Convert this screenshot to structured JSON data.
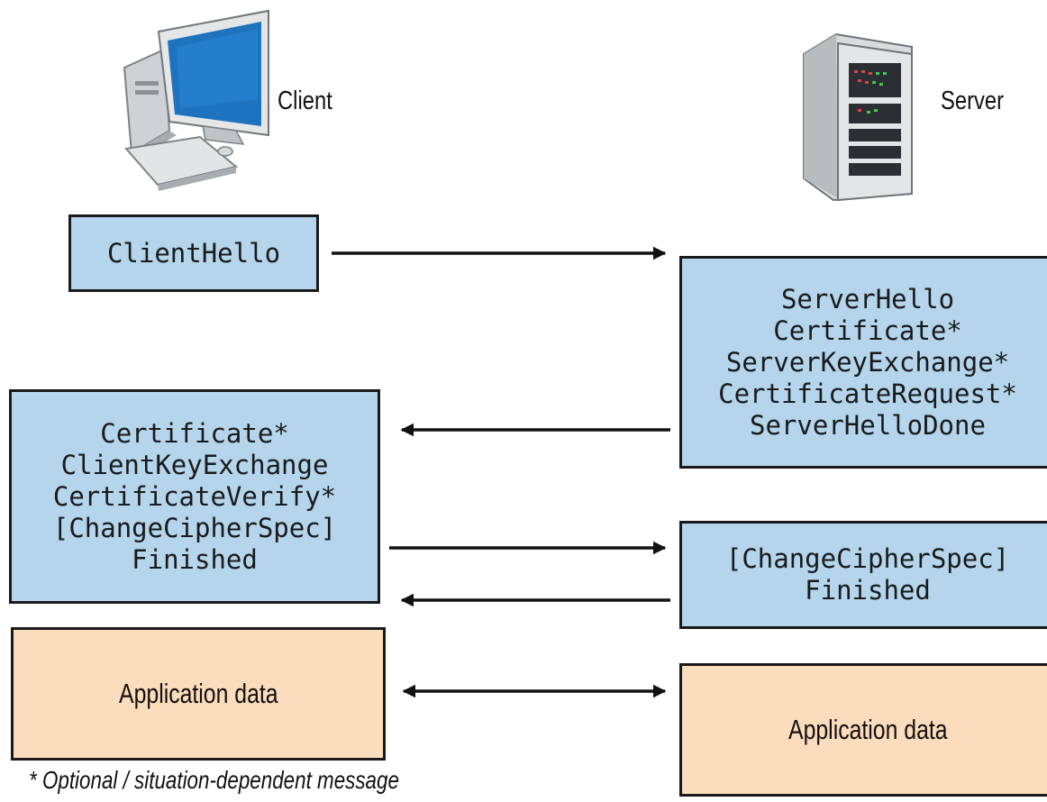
{
  "client": {
    "label": "Client"
  },
  "server": {
    "label": "Server"
  },
  "messages": {
    "client_hello": [
      "ClientHello"
    ],
    "server_hello": [
      "ServerHello",
      "Certificate*",
      "ServerKeyExchange*",
      "CertificateRequest*",
      "ServerHelloDone"
    ],
    "client_key": [
      "Certificate*",
      "ClientKeyExchange",
      "CertificateVerify*",
      "[ChangeCipherSpec]",
      "Finished"
    ],
    "server_finished": [
      "[ChangeCipherSpec]",
      "Finished"
    ]
  },
  "application": {
    "client_label": "Application data",
    "server_label": "Application data"
  },
  "footnote": "* Optional / situation-dependent message",
  "colors": {
    "message_box": "#b4d5ec",
    "app_box": "#fbdcbc",
    "stroke": "#1a1a1a"
  }
}
